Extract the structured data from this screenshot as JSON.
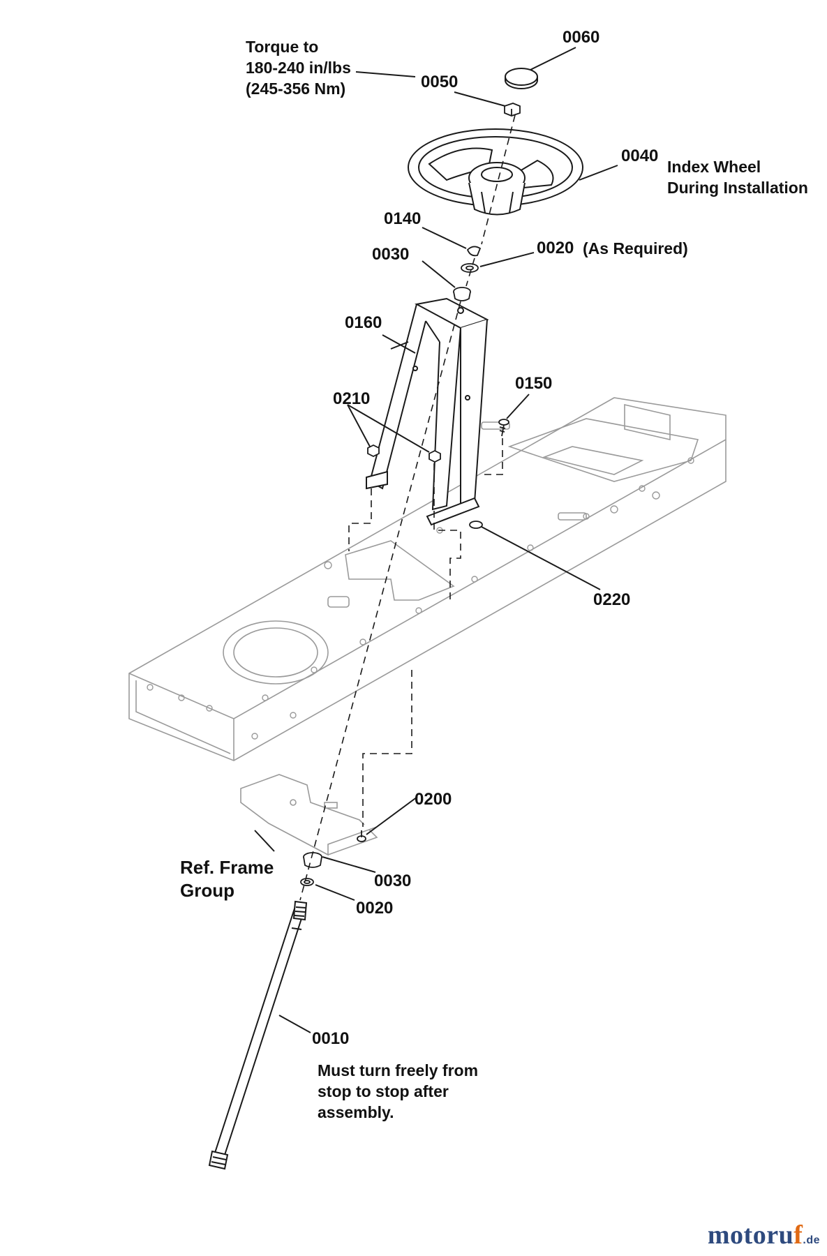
{
  "callouts": {
    "c0060": "0060",
    "c0050": "0050",
    "c0040": "0040",
    "c0140": "0140",
    "c0020_top": "0020",
    "c0030_top": "0030",
    "c0160": "0160",
    "c0210": "0210",
    "c0150": "0150",
    "c0220": "0220",
    "c0200": "0200",
    "c0030_bottom": "0030",
    "c0020_bottom": "0020",
    "c0010": "0010"
  },
  "notes": {
    "torque": [
      "Torque to",
      "180-240 in/lbs",
      "(245-356 Nm)"
    ],
    "index_wheel": [
      "Index Wheel",
      "During Installation"
    ],
    "as_required": "(As Required)",
    "ref_frame": [
      "Ref. Frame",
      "Group"
    ],
    "turn_freely": [
      "Must turn freely from",
      "stop to stop after",
      "assembly."
    ]
  },
  "watermark": {
    "main": "motoru",
    "accent": "f",
    "tld": ".de"
  },
  "colors": {
    "line": "#1a1a1a",
    "frame_line": "#9a9a9a",
    "watermark_blue": "#2e4a7e",
    "watermark_orange": "#e06a14"
  }
}
